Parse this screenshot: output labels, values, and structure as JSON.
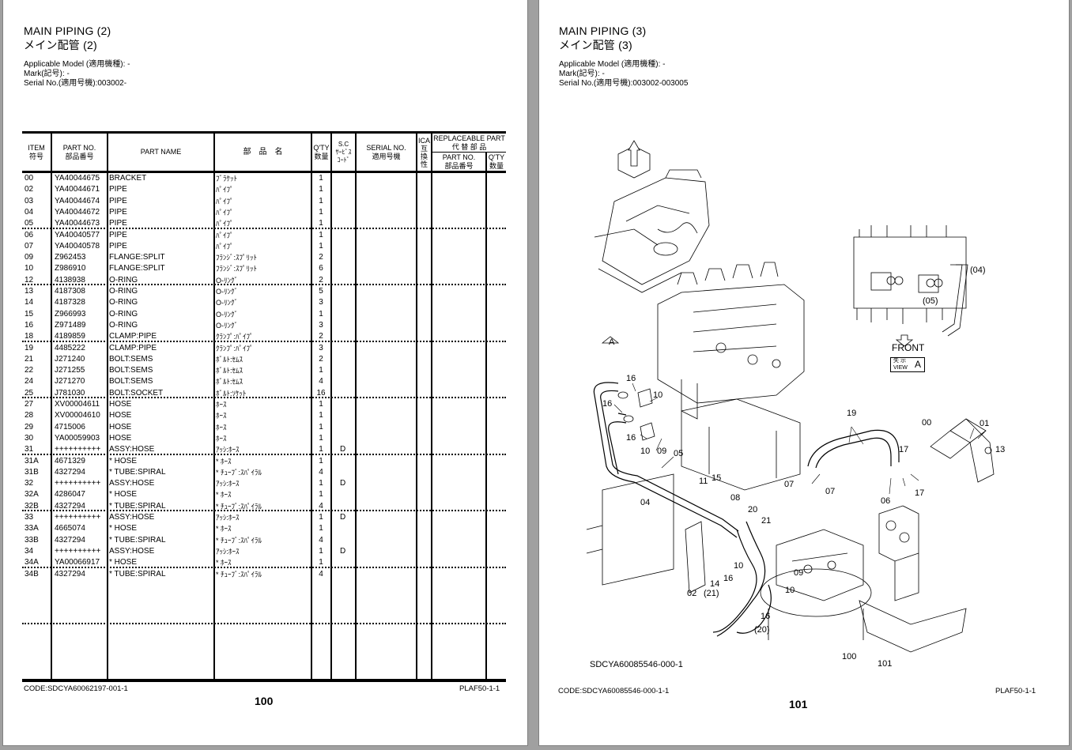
{
  "left_page": {
    "title_en": "MAIN PIPING (2)",
    "title_jp": "メイン配管 (2)",
    "applicable_model": "Applicable Model (適用機種): -",
    "mark": "Mark(記号): -",
    "serial_no": "Serial No.(適用号機):003002-",
    "table": {
      "headers": {
        "item": "ITEM",
        "item_jp": "符号",
        "part_no": "PART NO.",
        "part_no_jp": "部品番号",
        "part_name": "PART NAME",
        "part_name_jp": "部　品　名",
        "qty": "Q'TY",
        "qty_jp": "数量",
        "sc": "S.C",
        "sc_jp1": "ｻｰﾋﾞｽ",
        "sc_jp2": "ｺｰﾄﾞ",
        "serial": "SERIAL NO.",
        "serial_jp": "適用号機",
        "ica": "ICA",
        "ica_jp1": "互",
        "ica_jp2": "換",
        "ica_jp3": "性",
        "replaceable": "REPLACEABLE PART",
        "replaceable_jp": "代 替 部 品",
        "rep_part_no": "PART NO.",
        "rep_part_no_jp": "部品番号",
        "rep_qty": "Q'TY",
        "rep_qty_jp": "数量"
      },
      "rows": [
        {
          "item": "00",
          "part_no": "YA40044675",
          "name": "BRACKET",
          "name_jp": "ﾌﾞﾗｹｯﾄ",
          "qty": "1",
          "sc": ""
        },
        {
          "item": "02",
          "part_no": "YA40044671",
          "name": "PIPE",
          "name_jp": "ﾊﾟｲﾌﾟ",
          "qty": "1",
          "sc": ""
        },
        {
          "item": "03",
          "part_no": "YA40044674",
          "name": "PIPE",
          "name_jp": "ﾊﾟｲﾌﾟ",
          "qty": "1",
          "sc": ""
        },
        {
          "item": "04",
          "part_no": "YA40044672",
          "name": "PIPE",
          "name_jp": "ﾊﾟｲﾌﾟ",
          "qty": "1",
          "sc": ""
        },
        {
          "item": "05",
          "part_no": "YA40044673",
          "name": "PIPE",
          "name_jp": "ﾊﾟｲﾌﾟ",
          "qty": "1",
          "sc": ""
        },
        {
          "item": "06",
          "part_no": "YA40040577",
          "name": "PIPE",
          "name_jp": "ﾊﾟｲﾌﾟ",
          "qty": "1",
          "sc": ""
        },
        {
          "item": "07",
          "part_no": "YA40040578",
          "name": "PIPE",
          "name_jp": "ﾊﾟｲﾌﾟ",
          "qty": "1",
          "sc": ""
        },
        {
          "item": "09",
          "part_no": "Z962453",
          "name": "FLANGE:SPLIT",
          "name_jp": "ﾌﾗﾝｼﾞ:ｽﾌﾟﾘｯﾄ",
          "qty": "2",
          "sc": ""
        },
        {
          "item": "10",
          "part_no": "Z986910",
          "name": "FLANGE:SPLIT",
          "name_jp": "ﾌﾗﾝｼﾞ:ｽﾌﾟﾘｯﾄ",
          "qty": "6",
          "sc": ""
        },
        {
          "item": "12",
          "part_no": "4138938",
          "name": "O-RING",
          "name_jp": "O-ﾘﾝｸﾞ",
          "qty": "2",
          "sc": ""
        },
        {
          "item": "13",
          "part_no": "4187308",
          "name": "O-RING",
          "name_jp": "O-ﾘﾝｸﾞ",
          "qty": "5",
          "sc": ""
        },
        {
          "item": "14",
          "part_no": "4187328",
          "name": "O-RING",
          "name_jp": "O-ﾘﾝｸﾞ",
          "qty": "3",
          "sc": ""
        },
        {
          "item": "15",
          "part_no": "Z966993",
          "name": "O-RING",
          "name_jp": "O-ﾘﾝｸﾞ",
          "qty": "1",
          "sc": ""
        },
        {
          "item": "16",
          "part_no": "Z971489",
          "name": "O-RING",
          "name_jp": "O-ﾘﾝｸﾞ",
          "qty": "3",
          "sc": ""
        },
        {
          "item": "18",
          "part_no": "4189859",
          "name": "CLAMP:PIPE",
          "name_jp": "ｸﾗﾝﾌﾟ:ﾊﾟｲﾌﾟ",
          "qty": "2",
          "sc": ""
        },
        {
          "item": "19",
          "part_no": "4485222",
          "name": "CLAMP:PIPE",
          "name_jp": "ｸﾗﾝﾌﾟ:ﾊﾟｲﾌﾟ",
          "qty": "3",
          "sc": ""
        },
        {
          "item": "21",
          "part_no": "J271240",
          "name": "BOLT:SEMS",
          "name_jp": "ﾎﾞﾙﾄ:ｾﾑｽ",
          "qty": "2",
          "sc": ""
        },
        {
          "item": "22",
          "part_no": "J271255",
          "name": "BOLT:SEMS",
          "name_jp": "ﾎﾞﾙﾄ:ｾﾑｽ",
          "qty": "1",
          "sc": ""
        },
        {
          "item": "24",
          "part_no": "J271270",
          "name": "BOLT:SEMS",
          "name_jp": "ﾎﾞﾙﾄ:ｾﾑｽ",
          "qty": "4",
          "sc": ""
        },
        {
          "item": "25",
          "part_no": "J781030",
          "name": "BOLT:SOCKET",
          "name_jp": "ﾎﾞﾙﾄ:ｿｹｯﾄ",
          "qty": "16",
          "sc": ""
        },
        {
          "item": "27",
          "part_no": "XV00004611",
          "name": "HOSE",
          "name_jp": "ﾎｰｽ",
          "qty": "1",
          "sc": ""
        },
        {
          "item": "28",
          "part_no": "XV00004610",
          "name": "HOSE",
          "name_jp": "ﾎｰｽ",
          "qty": "1",
          "sc": ""
        },
        {
          "item": "29",
          "part_no": "4715006",
          "name": "HOSE",
          "name_jp": "ﾎｰｽ",
          "qty": "1",
          "sc": ""
        },
        {
          "item": "30",
          "part_no": "YA00059903",
          "name": "HOSE",
          "name_jp": "ﾎｰｽ",
          "qty": "1",
          "sc": ""
        },
        {
          "item": "31",
          "part_no": "++++++++++",
          "name": "ASSY:HOSE",
          "name_jp": "ｱｯｼ:ﾎｰｽ",
          "qty": "1",
          "sc": "D"
        },
        {
          "item": "31A",
          "part_no": "4671329",
          "name": "* HOSE",
          "name_jp": "* ﾎｰｽ",
          "qty": "1",
          "sc": ""
        },
        {
          "item": "31B",
          "part_no": "4327294",
          "name": "* TUBE:SPIRAL",
          "name_jp": "* ﾁｭｰﾌﾞ:ｽﾊﾟｲﾗﾙ",
          "qty": "4",
          "sc": ""
        },
        {
          "item": "32",
          "part_no": "++++++++++",
          "name": "ASSY:HOSE",
          "name_jp": "ｱｯｼ:ﾎｰｽ",
          "qty": "1",
          "sc": "D"
        },
        {
          "item": "32A",
          "part_no": "4286047",
          "name": "* HOSE",
          "name_jp": "* ﾎｰｽ",
          "qty": "1",
          "sc": ""
        },
        {
          "item": "32B",
          "part_no": "4327294",
          "name": "* TUBE:SPIRAL",
          "name_jp": "* ﾁｭｰﾌﾞ:ｽﾊﾟｲﾗﾙ",
          "qty": "4",
          "sc": ""
        },
        {
          "item": "33",
          "part_no": "++++++++++",
          "name": "ASSY:HOSE",
          "name_jp": "ｱｯｼ:ﾎｰｽ",
          "qty": "1",
          "sc": "D"
        },
        {
          "item": "33A",
          "part_no": "4665074",
          "name": "* HOSE",
          "name_jp": "* ﾎｰｽ",
          "qty": "1",
          "sc": ""
        },
        {
          "item": "33B",
          "part_no": "4327294",
          "name": "* TUBE:SPIRAL",
          "name_jp": "* ﾁｭｰﾌﾞ:ｽﾊﾟｲﾗﾙ",
          "qty": "4",
          "sc": ""
        },
        {
          "item": "34",
          "part_no": "++++++++++",
          "name": "ASSY:HOSE",
          "name_jp": "ｱｯｼ:ﾎｰｽ",
          "qty": "1",
          "sc": "D"
        },
        {
          "item": "34A",
          "part_no": "YA00066917",
          "name": "* HOSE",
          "name_jp": "* ﾎｰｽ",
          "qty": "1",
          "sc": ""
        },
        {
          "item": "34B",
          "part_no": "4327294",
          "name": "* TUBE:SPIRAL",
          "name_jp": "* ﾁｭｰﾌﾞ:ｽﾊﾟｲﾗﾙ",
          "qty": "4",
          "sc": ""
        }
      ]
    },
    "footer": {
      "code": "CODE:SDCYA60062197-001-1",
      "ref": "PLAF50-1-1",
      "page_number": "100"
    }
  },
  "right_page": {
    "title_en": "MAIN PIPING (3)",
    "title_jp": "メイン配管 (3)",
    "applicable_model": "Applicable Model (適用機種): -",
    "mark": "Mark(記号): -",
    "serial_no": "Serial No.(適用号機):003002-003005",
    "diagram": {
      "view_label": "A",
      "front_label": "FRONT",
      "view_box_jp": "矢 示",
      "view_box_en": "VIEW",
      "view_box_letter": "A",
      "drawing_code": "SDCYA60085546-000-1",
      "callouts": [
        "16",
        "10",
        "16",
        "16",
        "10",
        "09",
        "05",
        "04",
        "11",
        "15",
        "08",
        "20",
        "21",
        "10",
        "14",
        "16",
        "09",
        "10",
        "02",
        "(21)",
        "16",
        "(20)",
        "100",
        "101",
        "19",
        "00",
        "01",
        "13",
        "17",
        "07",
        "07",
        "06",
        "17",
        "(04)",
        "(05)"
      ]
    },
    "footer": {
      "code": "CODE:SDCYA60085546-000-1-1",
      "ref": "PLAF50-1-1",
      "page_number": "101"
    }
  }
}
